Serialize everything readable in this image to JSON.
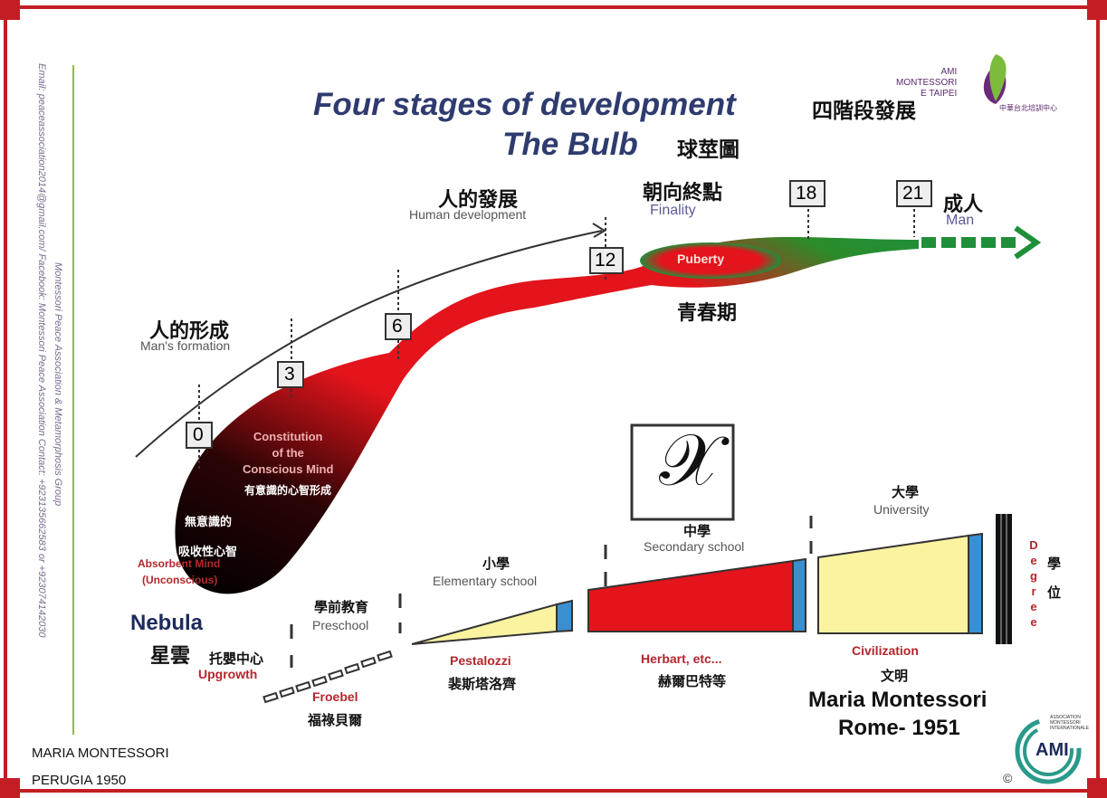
{
  "title": {
    "line1": "Four stages of development",
    "line1_zh": "四階段發展",
    "line2": "The Bulb",
    "line2_zh": "球莖圖"
  },
  "side_text": {
    "email": "Email: peaceassociation2014@gmail.com/ Facebook: Montessori Peace Association Contact: +923135662583 or +923074142030",
    "org": "Montessori Peace Association & Metamorphosis Group"
  },
  "logo": {
    "line1": "AMI",
    "line2": "MONTESSORI",
    "line3": "E TAIPEI",
    "zh": "中華台北培訓中心",
    "bottom_small": "ASSOCIATION MONTESSORI INTERNATIONALE",
    "bottom_mark": "AMI",
    "copyright": "©"
  },
  "ages": [
    "0",
    "3",
    "6",
    "12",
    "18",
    "21"
  ],
  "labels": {
    "human_dev_zh": "人的發展",
    "human_dev_en": "Human development",
    "finality_zh": "朝向終點",
    "finality_en": "Finality",
    "adult_zh": "成人",
    "adult_en": "Man",
    "formation_zh": "人的形成",
    "formation_en": "Man's formation",
    "puberty_en": "Puberty",
    "puberty_zh": "青春期",
    "conscious_en_1": "Constitution",
    "conscious_en_2": "of the",
    "conscious_en_3": "Conscious Mind",
    "conscious_zh": "有意識的心智形成",
    "absorbent_zh_1": "無意識的",
    "absorbent_zh_2": "吸收性心智",
    "absorbent_en_1": "Absorbent Mind",
    "absorbent_en_2": "(Unconscious)",
    "nebula_en": "Nebula",
    "nebula_zh": "星雲",
    "upgrowth_zh": "托嬰中心",
    "upgrowth_en": "Upgrowth",
    "preschool_zh": "學前教育",
    "preschool_en": "Preschool",
    "froebel_en": "Froebel",
    "froebel_zh": "福祿貝爾",
    "elementary_zh": "小學",
    "elementary_en": "Elementary school",
    "pestalozzi_en": "Pestalozzi",
    "pestalozzi_zh": "裴斯塔洛齊",
    "x_symbol": "𝒳",
    "secondary_zh": "中學",
    "secondary_en": "Secondary school",
    "herbart_en": "Herbart, etc...",
    "herbart_zh": "赫爾巴特等",
    "university_zh": "大學",
    "university_en": "University",
    "civilization_en": "Civilization",
    "civilization_zh": "文明",
    "degree_en": "Degree",
    "degree_zh_1": "學",
    "degree_zh_2": "位",
    "author_line1": "Maria Montessori",
    "author_line2": "Rome- 1951"
  },
  "footer": {
    "line1": "MARIA MONTESSORI",
    "line2": "PERUGIA 1950"
  },
  "colors": {
    "frame": "#c41e24",
    "title_blue": "#2e3b6e",
    "bulb_red": "#e3141b",
    "stem_green": "#1f8f3a",
    "wedge_yellow": "#fbf3a0",
    "wedge_blue": "#3a8fd0",
    "label_red": "#b4262c"
  }
}
